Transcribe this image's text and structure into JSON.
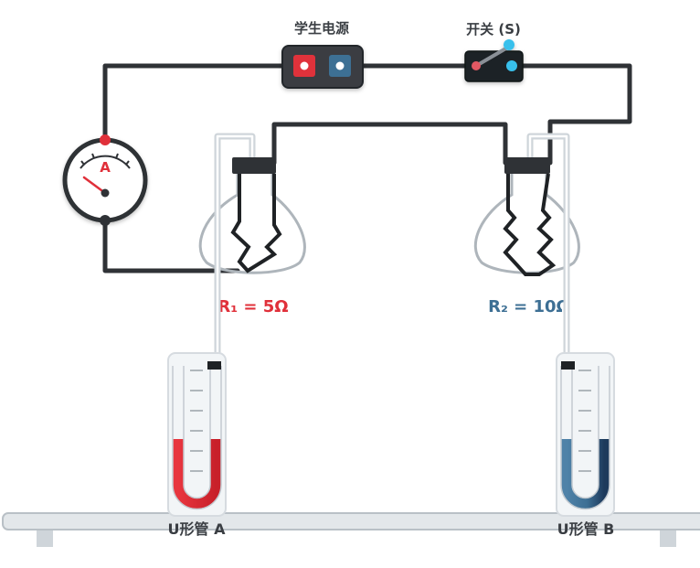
{
  "labels": {
    "power_supply": "学生电源",
    "switch": "开关 (S)",
    "ammeter": "A",
    "r1": "R₁ = 5Ω",
    "r2": "R₂ = 10Ω",
    "tube_a": "U形管 A",
    "tube_b": "U形管 B"
  },
  "colors": {
    "wire": "#2f3236",
    "red": "#e0303a",
    "blue": "#3d6f94",
    "navy": "#1d3a5c",
    "switch_dot": "#38c0ec",
    "glass": "#aeb5bb",
    "bench": "#cfd5da"
  },
  "icons": {
    "positive_terminal": "red-square-terminal",
    "negative_terminal": "blue-square-terminal",
    "meter": "analog-ammeter-dial"
  },
  "switch_state": "open"
}
